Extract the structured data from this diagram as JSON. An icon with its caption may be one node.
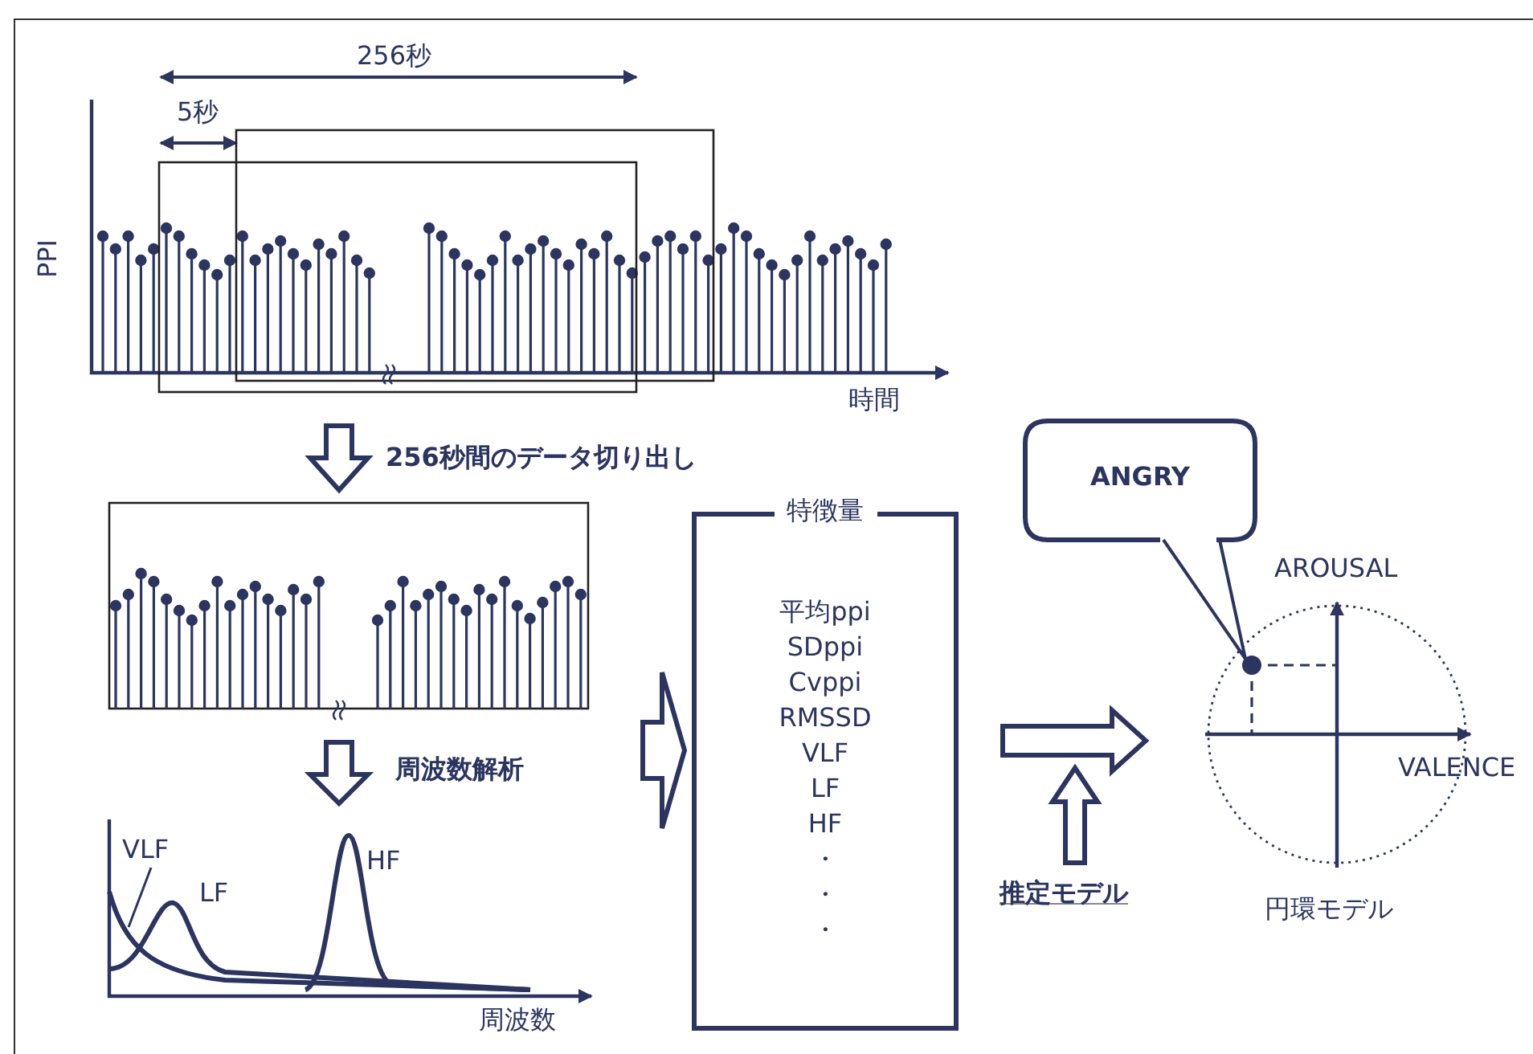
{
  "diagram": {
    "nodes": [
      {
        "text": [],
        "shape": "chart"
      },
      {
        "text": [],
        "shape": "box"
      },
      {
        "text": [],
        "shape": "chart"
      },
      {
        "text": [
          "VLF"
        ],
        "in": 2
      },
      {
        "text": [
          "特徴量",
          "平均ppi",
          "SDppi",
          "Cvppi",
          "RMSSD",
          "VLF",
          "LF",
          "HF",
          "・",
          "・",
          "・"
        ]
      },
      {
        "text": [
          "推定モデル"
        ]
      },
      {
        "text": [
          "ANGRY"
        ]
      },
      {
        "text": [],
        "shape": "circle"
      },
      {
        "text": [],
        "shape": "circle",
        "in": 7
      }
    ],
    "edges": [
      {
        "from": 0,
        "to": 1,
        "arrow": "to",
        "label": "256秒間のデータ切り出し"
      },
      {
        "from": 1,
        "to": 2,
        "arrow": "to",
        "label": "周波数解析"
      },
      {
        "from": null,
        "to": 4,
        "arrow": "to"
      },
      {
        "from": 4,
        "to": 7,
        "arrow": "to"
      },
      {
        "from": 5,
        "to": null,
        "arrow": "to"
      },
      {
        "from": 6,
        "to": 8,
        "arrow": "none"
      },
      {
        "from": 3,
        "to": null,
        "arrow": "none"
      }
    ],
    "labels": [
      "256秒",
      "5秒",
      "PPI",
      "時間",
      "LF",
      "HF",
      "周波数",
      "AROUSAL",
      "VALENCE",
      "円環モデル"
    ]
  }
}
